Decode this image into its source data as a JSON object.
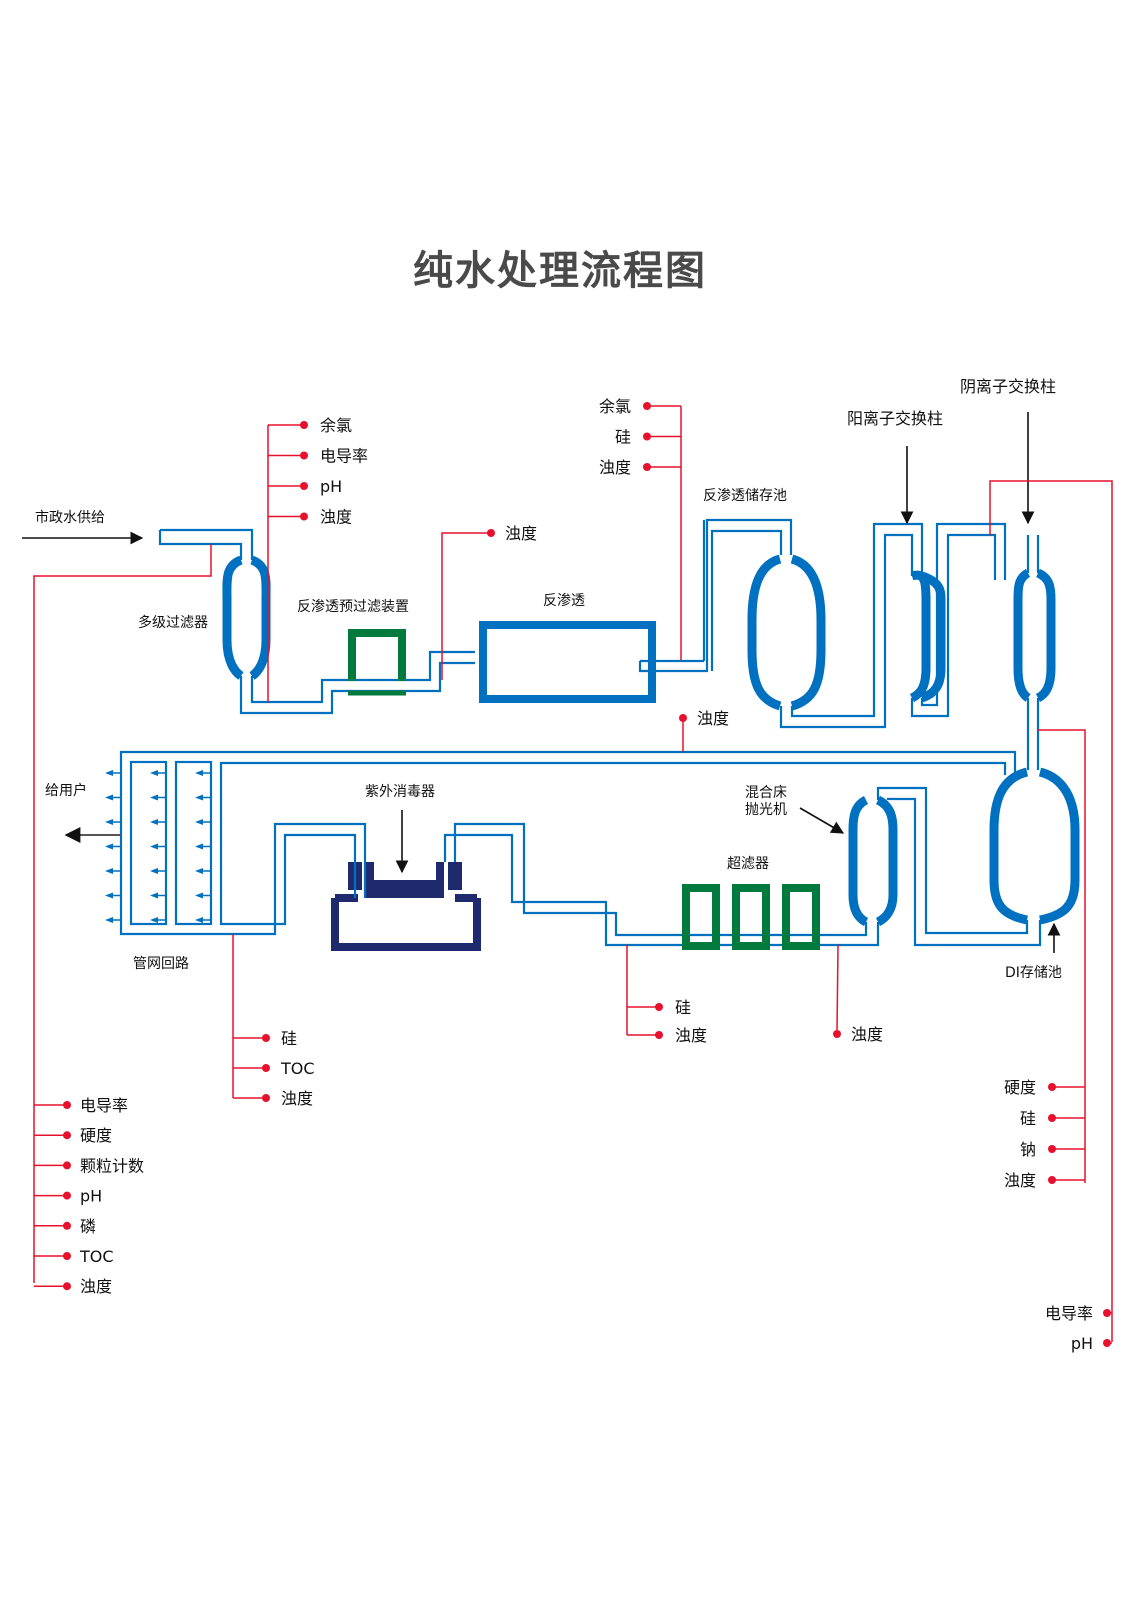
{
  "title": "纯水处理流程图",
  "inlet_label": "市政水供给",
  "outlet_label": "给用户",
  "components": {
    "multi_filter": "多级过滤器",
    "ro_prefilter": "反渗透预过滤装置",
    "ro": "反渗透",
    "ro_tank": "反渗透储存池",
    "cation_column": "阳离子交换柱",
    "anion_column": "阴离子交换柱",
    "mixed_bed_line1": "混合床",
    "mixed_bed_line2": "抛光机",
    "uv": "紫外消毒器",
    "ultrafilter": "超滤器",
    "di_tank": "DI存储池",
    "loop": "管网回路"
  },
  "monitor_groups": {
    "after_filter": [
      "余氯",
      "电导率",
      "pH",
      "浊度"
    ],
    "after_prefilter": [
      "浊度"
    ],
    "after_ro": [
      "余氯",
      "硅",
      "浊度"
    ],
    "return_line": [
      "浊度"
    ],
    "loop_return": [
      "硅",
      "TOC",
      "浊度"
    ],
    "before_uf": [
      "硅",
      "浊度"
    ],
    "after_uf": [
      "浊度"
    ],
    "di_tank_group": [
      "硬度",
      "硅",
      "钠",
      "浊度"
    ],
    "anion_out": [
      "电导率",
      "pH"
    ],
    "inlet_group": [
      "电导率",
      "硬度",
      "颗粒计数",
      "pH",
      "磷",
      "TOC",
      "浊度"
    ]
  },
  "colors": {
    "pipe": "#0070c0",
    "filter_green": "#007a3d",
    "uv_navy": "#1f2a6e",
    "sensor_red": "#e8112d",
    "title_gray": "#4a4a4a"
  }
}
